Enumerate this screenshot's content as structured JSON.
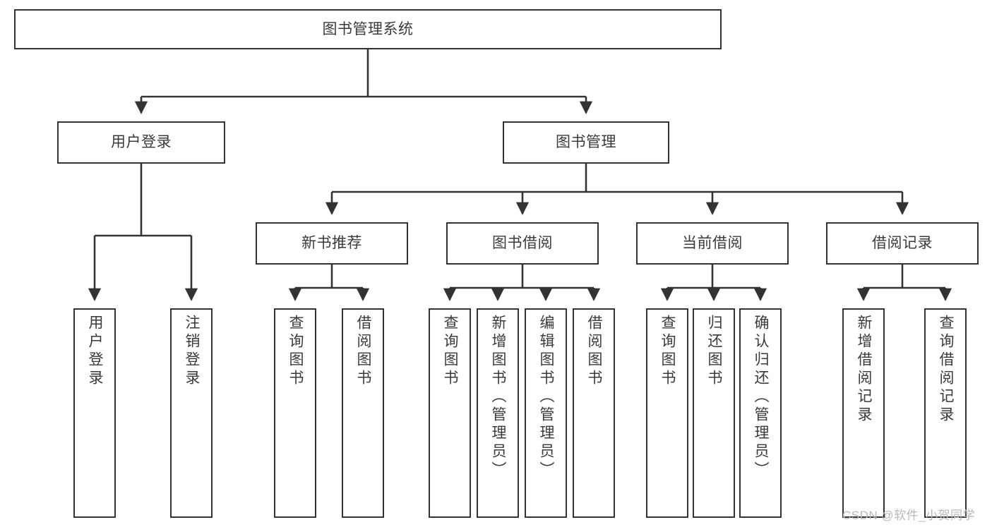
{
  "diagram": {
    "title_node": {
      "label": "图书管理系统"
    },
    "level2": [
      {
        "label": "用户登录"
      },
      {
        "label": "图书管理"
      }
    ],
    "level3": [
      {
        "label": "新书推荐"
      },
      {
        "label": "图书借阅"
      },
      {
        "label": "当前借阅"
      },
      {
        "label": "借阅记录"
      }
    ],
    "leaves": {
      "user_login": [
        {
          "label": "用户登录"
        },
        {
          "label": "注销登录"
        }
      ],
      "new_book_recommend": [
        {
          "label": "查询图书"
        },
        {
          "label": "借阅图书"
        }
      ],
      "book_borrow": [
        {
          "label": "查询图书"
        },
        {
          "label": "新增图书（管理员）"
        },
        {
          "label": "编辑图书（管理员）"
        },
        {
          "label": "借阅图书"
        }
      ],
      "current_borrow": [
        {
          "label": "查询图书"
        },
        {
          "label": "归还图书"
        },
        {
          "label": "确认归还（管理员）"
        }
      ],
      "borrow_record": [
        {
          "label": "新增借阅记录"
        },
        {
          "label": "查询借阅记录"
        }
      ]
    }
  },
  "watermark": {
    "text": "CSDN @软件_小贺同学"
  },
  "colors": {
    "stroke": "#333333",
    "text": "#3a3a3a",
    "background": "#ffffff",
    "watermark": "#b9b9b9"
  }
}
